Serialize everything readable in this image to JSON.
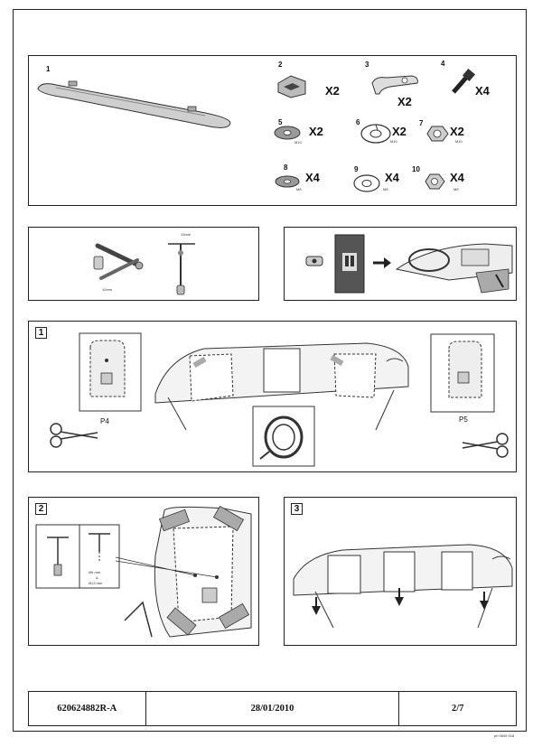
{
  "parts": [
    {
      "number": "1",
      "qty": ""
    },
    {
      "number": "2",
      "qty": "X2"
    },
    {
      "number": "3",
      "qty": "X2"
    },
    {
      "number": "4",
      "qty": "X4"
    },
    {
      "number": "5",
      "qty": "X2",
      "size": "M10"
    },
    {
      "number": "6",
      "qty": "X2",
      "size": "M10"
    },
    {
      "number": "7",
      "qty": "X2",
      "size": "M10"
    },
    {
      "number": "8",
      "qty": "X4",
      "size": "M8"
    },
    {
      "number": "9",
      "qty": "X4",
      "size": "M8"
    },
    {
      "number": "10",
      "qty": "X4",
      "size": "M8"
    }
  ],
  "tools": {
    "wrench_size": "10mm",
    "socket_size": "13mm"
  },
  "steps": [
    {
      "number": "1",
      "left_label": "P4",
      "right_label": "P5"
    },
    {
      "number": "2",
      "drill_size_a": "Ø6 mm",
      "drill_and": "&",
      "drill_size_b": "Ø13 mm"
    },
    {
      "number": "3"
    }
  ],
  "footer": {
    "reference": "620624882R-A",
    "date": "28/01/2010",
    "page": "2/7"
  },
  "corner_code": "ph 0849 018"
}
